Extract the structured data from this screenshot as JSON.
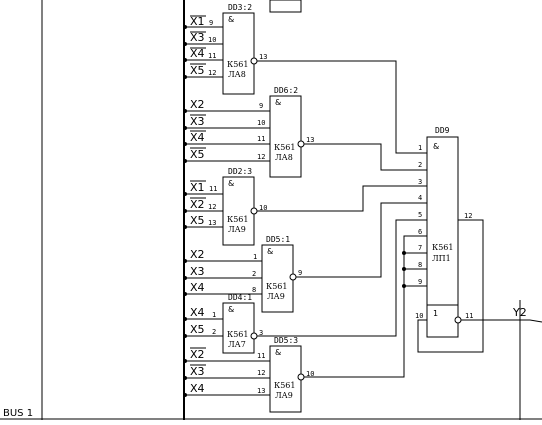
{
  "bus_label": "BUS 1",
  "output_label": "Y2",
  "gates": [
    {
      "id": "dd3",
      "ref": "DD3:2",
      "symbol": "&",
      "type": "К561",
      "subtype": "ЛА8",
      "inputs": [
        {
          "signal": "X1",
          "inverted": true,
          "pin": "9"
        },
        {
          "signal": "X3",
          "inverted": true,
          "pin": "10"
        },
        {
          "signal": "X4",
          "inverted": true,
          "pin": "11"
        },
        {
          "signal": "X5",
          "inverted": true,
          "pin": "12"
        }
      ],
      "output_pin": "13"
    },
    {
      "id": "dd6",
      "ref": "DD6:2",
      "symbol": "&",
      "type": "К561",
      "subtype": "ЛА8",
      "inputs": [
        {
          "signal": "X2",
          "inverted": false,
          "pin": "9"
        },
        {
          "signal": "X3",
          "inverted": true,
          "pin": "10"
        },
        {
          "signal": "X4",
          "inverted": true,
          "pin": "11"
        },
        {
          "signal": "X5",
          "inverted": true,
          "pin": "12"
        }
      ],
      "output_pin": "13"
    },
    {
      "id": "dd2",
      "ref": "DD2:3",
      "symbol": "&",
      "type": "К561",
      "subtype": "ЛА9",
      "inputs": [
        {
          "signal": "X1",
          "inverted": true,
          "pin": "11"
        },
        {
          "signal": "X2",
          "inverted": true,
          "pin": "12"
        },
        {
          "signal": "X5",
          "inverted": false,
          "pin": "13"
        }
      ],
      "output_pin": "10"
    },
    {
      "id": "dd5a",
      "ref": "DD5:1",
      "symbol": "&",
      "type": "К561",
      "subtype": "ЛА9",
      "inputs": [
        {
          "signal": "X2",
          "inverted": false,
          "pin": "1"
        },
        {
          "signal": "X3",
          "inverted": false,
          "pin": "2"
        },
        {
          "signal": "X4",
          "inverted": false,
          "pin": "8"
        }
      ],
      "output_pin": "9"
    },
    {
      "id": "dd4",
      "ref": "DD4:1",
      "symbol": "&",
      "type": "К561",
      "subtype": "ЛА7",
      "inputs": [
        {
          "signal": "X4",
          "inverted": false,
          "pin": "1"
        },
        {
          "signal": "X5",
          "inverted": false,
          "pin": "2"
        }
      ],
      "output_pin": "3"
    },
    {
      "id": "dd5b",
      "ref": "DD5:3",
      "symbol": "&",
      "type": "К561",
      "subtype": "ЛА9",
      "inputs": [
        {
          "signal": "X2",
          "inverted": true,
          "pin": "11"
        },
        {
          "signal": "X3",
          "inverted": true,
          "pin": "12"
        },
        {
          "signal": "X4",
          "inverted": false,
          "pin": "13"
        }
      ],
      "output_pin": "10"
    }
  ],
  "dd9": {
    "ref": "DD9",
    "symbol": "&",
    "type": "К561",
    "subtype": "ЛП1",
    "inputs": [
      "1",
      "2",
      "3",
      "4",
      "5",
      "6",
      "7",
      "8",
      "9"
    ],
    "or_symbol": "1",
    "or_input_pin": "10",
    "and_output_pin": "12",
    "output_pin": "11"
  }
}
